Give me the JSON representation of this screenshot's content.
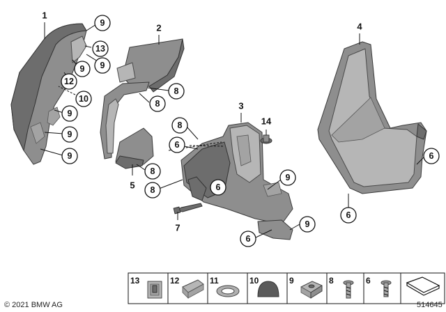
{
  "callouts": {
    "c1": "1",
    "c2": "2",
    "c3": "3",
    "c4": "4",
    "c5": "5",
    "c7": "7",
    "c14": "14",
    "c9a": "9",
    "c13": "13",
    "c9b": "9",
    "c9c": "9",
    "c12": "12",
    "c10": "10",
    "c9d": "9",
    "c9e": "9",
    "c9f": "9",
    "c8a": "8",
    "c8b": "8",
    "c8c": "8",
    "c6a": "6",
    "c8d": "8",
    "c8e": "8",
    "c6b": "6",
    "c9g": "9",
    "c6c": "6",
    "c9h": "9",
    "c6d": "6",
    "c6e": "6"
  },
  "legend": {
    "items": [
      {
        "number": "13",
        "icon": "clip-nut-icon"
      },
      {
        "number": "12",
        "icon": "spring-clip-icon"
      },
      {
        "number": "11",
        "icon": "washer-ring-icon"
      },
      {
        "number": "10",
        "icon": "rubber-cap-icon"
      },
      {
        "number": "9",
        "icon": "square-nut-icon"
      },
      {
        "number": "8",
        "icon": "screw-icon"
      },
      {
        "number": "6",
        "icon": "screw-icon"
      },
      {
        "number": "",
        "icon": "tray-symbol-icon"
      }
    ]
  },
  "footer": {
    "copyright": "© 2021 BMW AG",
    "diagram_id": "514645"
  }
}
